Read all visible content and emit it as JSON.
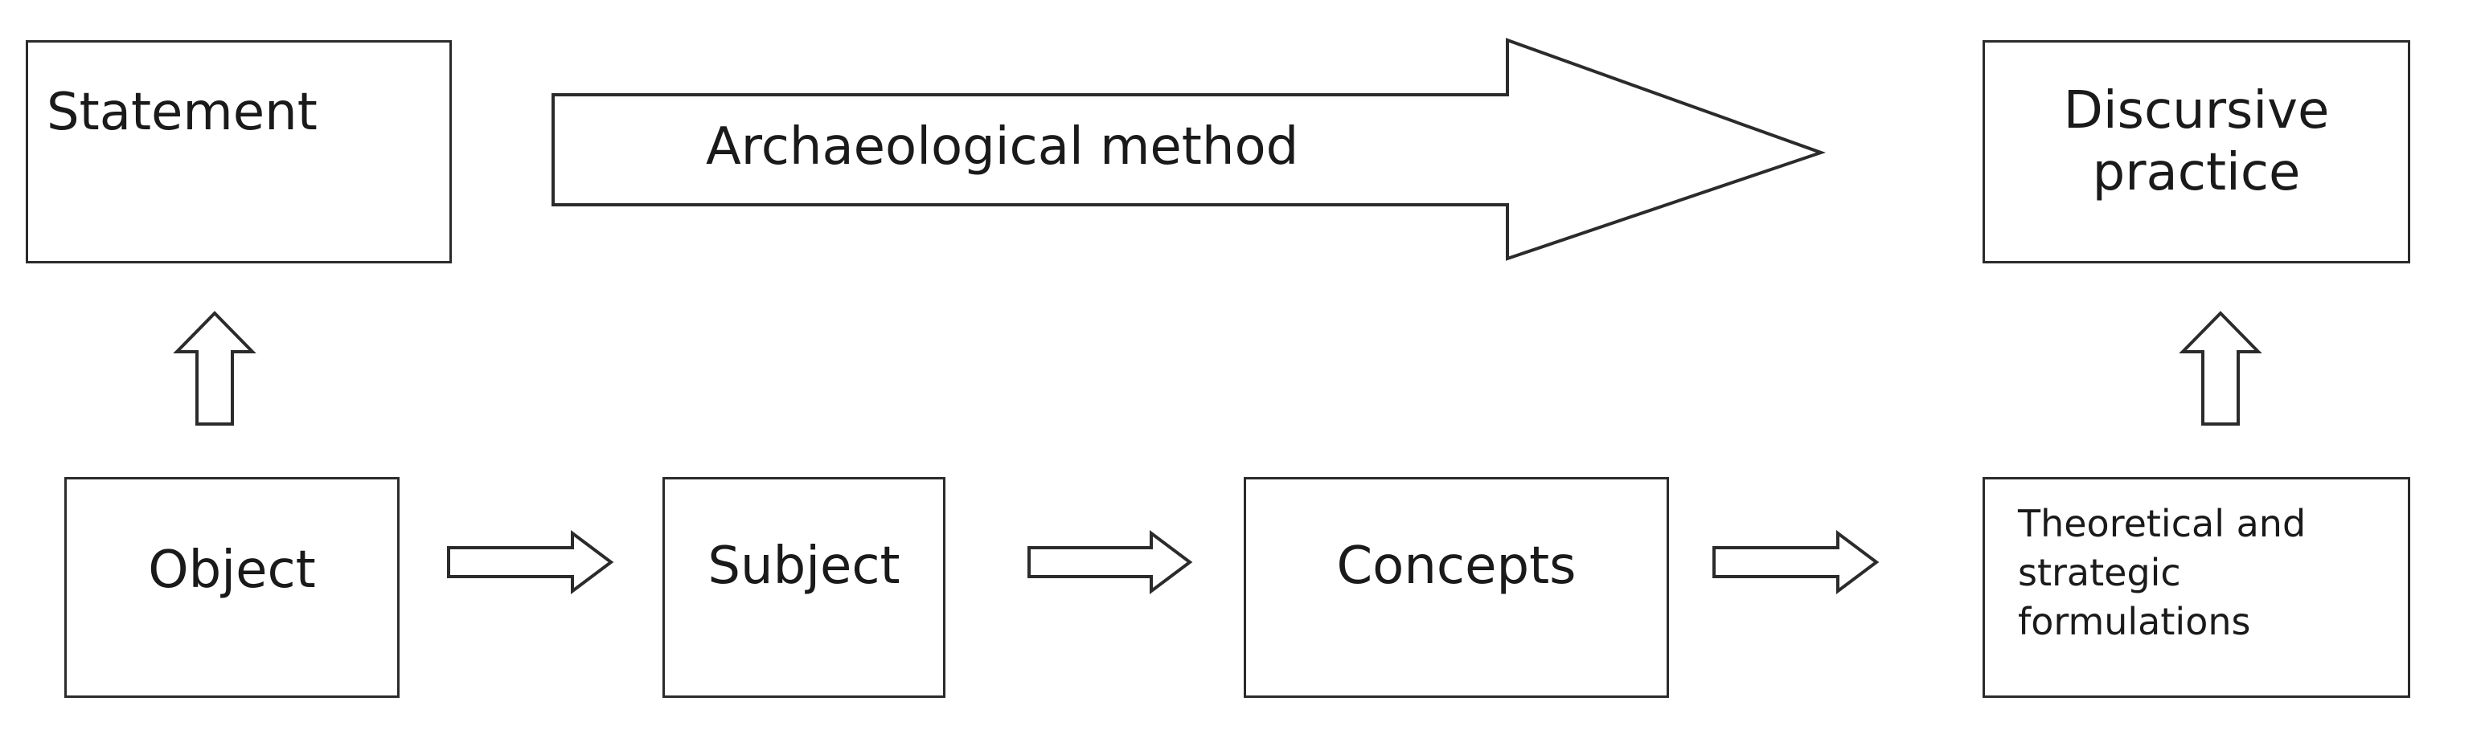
{
  "diagram": {
    "statement": "Statement",
    "method": "Archaeological method",
    "discursive_practice": "Discursive practice",
    "object": "Object",
    "subject": "Subject",
    "concepts": "Concepts",
    "theoretical": [
      "Theoretical and",
      "strategic",
      "formulations"
    ]
  }
}
